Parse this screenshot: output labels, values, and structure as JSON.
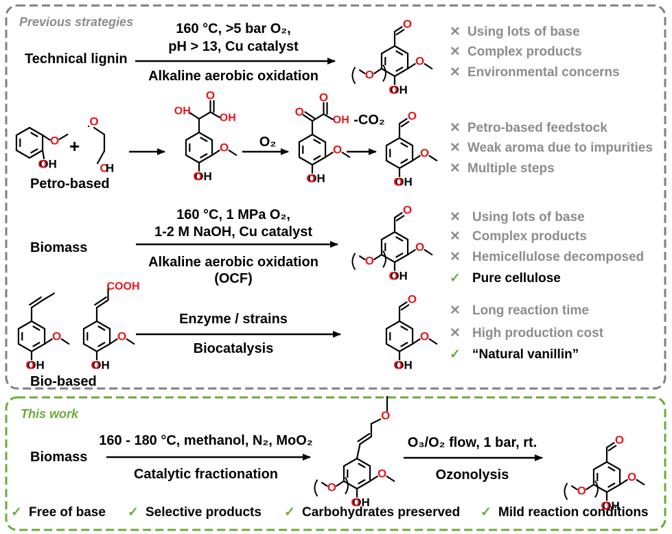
{
  "previous": {
    "title": "Previous strategies",
    "route1": {
      "substrate": "Technical lignin",
      "cond_top_1": "160 °C, >5 bar O₂,",
      "cond_top_2": "pH > 13, Cu catalyst",
      "cond_bottom": "Alkaline aerobic oxidation",
      "points": [
        {
          "mark": "✕",
          "text": "Using lots of base"
        },
        {
          "mark": "✕",
          "text": "Complex products"
        },
        {
          "mark": "✕",
          "text": "Environmental concerns"
        }
      ]
    },
    "route2": {
      "substrate": "Petro-based",
      "plus": "+",
      "step2_reagent": "O₂",
      "step3_reagent": "-CO₂",
      "points": [
        {
          "mark": "✕",
          "text": "Petro-based feedstock"
        },
        {
          "mark": "✕",
          "text": "Weak aroma due to impurities"
        },
        {
          "mark": "✕",
          "text": "Multiple steps"
        }
      ]
    },
    "route3": {
      "substrate": "Biomass",
      "cond_top_1": "160 °C, 1 MPa O₂,",
      "cond_top_2": "1-2 M NaOH, Cu catalyst",
      "cond_bottom_1": "Alkaline aerobic oxidation",
      "cond_bottom_2": "(OCF)",
      "points": [
        {
          "mark": "✕",
          "text": "Using lots of base"
        },
        {
          "mark": "✕",
          "text": "Complex products"
        },
        {
          "mark": "✕",
          "text": "Hemicellulose decomposed"
        },
        {
          "mark": "✓",
          "text": "Pure cellulose"
        }
      ]
    },
    "route4": {
      "substrate": "Bio-based",
      "cond_top": "Enzyme / strains",
      "cond_bottom": "Biocatalysis",
      "points": [
        {
          "mark": "✕",
          "text": "Long reaction time"
        },
        {
          "mark": "✕",
          "text": "High production cost"
        },
        {
          "mark": "✓",
          "text": "“Natural vanillin”"
        }
      ]
    }
  },
  "this_work": {
    "title": "This work",
    "substrate": "Biomass",
    "step1_top": "160 - 180 °C, methanol, N₂, MoO₂",
    "step1_bottom": "Catalytic fractionation",
    "step2_top": "O₃/O₂ flow, 1 bar, rt.",
    "step2_bottom": "Ozonolysis",
    "advantages": [
      {
        "mark": "✓",
        "text": "Free of base"
      },
      {
        "mark": "✓",
        "text": "Selective products"
      },
      {
        "mark": "✓",
        "text": "Carbohydrates preserved"
      },
      {
        "mark": "✓",
        "text": "Mild reaction conditions"
      }
    ]
  },
  "atoms": {
    "O": "O",
    "OH": "OH",
    "COOH": "COOH"
  },
  "colors": {
    "oxygen": "#e8151b",
    "cross": "#8c8c8c",
    "check": "#6aaa3a",
    "prev_border": "#7f7f7f",
    "this_border": "#6aaa3a"
  }
}
